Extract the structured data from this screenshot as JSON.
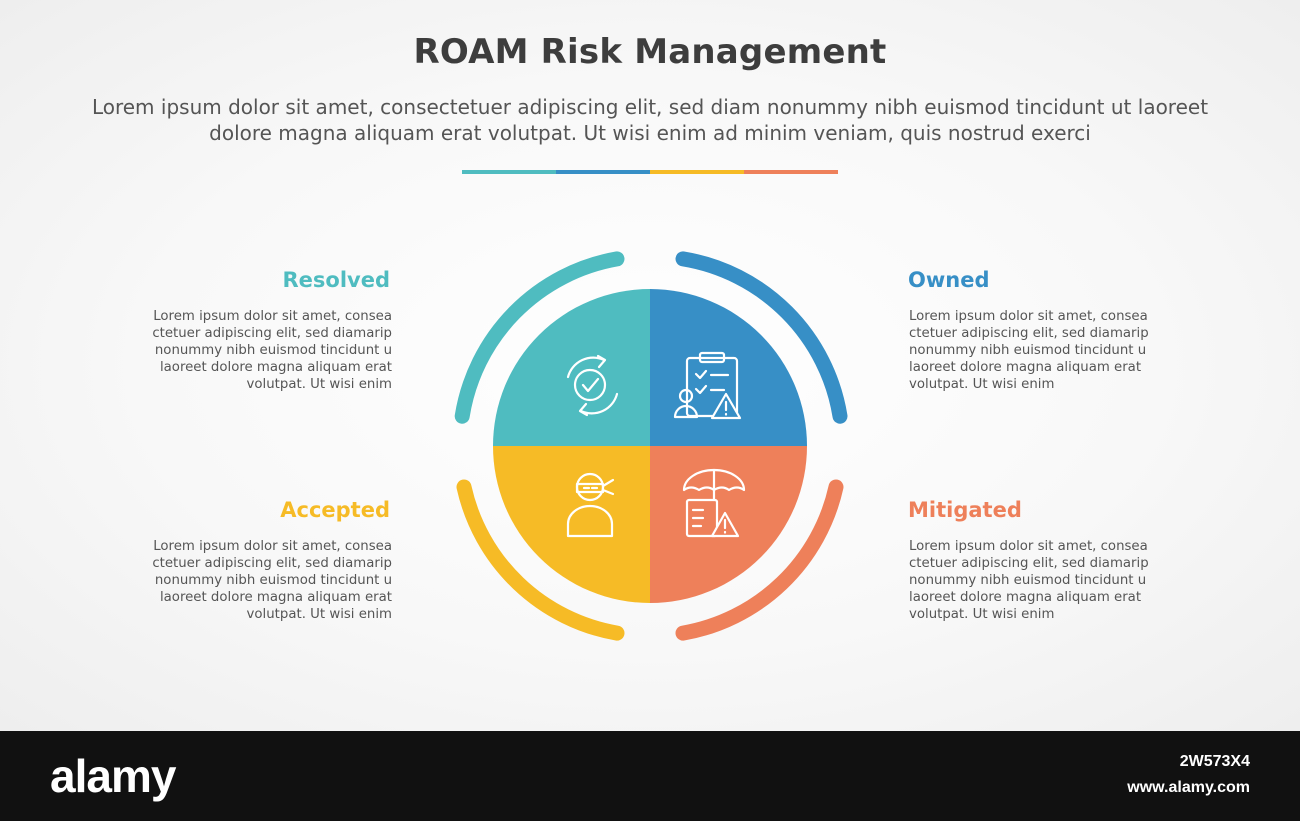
{
  "title": "ROAM Risk Management",
  "subtitle": "Lorem ipsum dolor sit amet, consectetuer adipiscing elit, sed diam nonummy nibh euismod tincidunt ut laoreet dolore magna aliquam erat volutpat. Ut wisi enim ad minim veniam, quis nostrud exerci",
  "colors": {
    "teal": "#4fbcc0",
    "blue": "#378fc6",
    "yellow": "#f6bb26",
    "orange": "#ee805a"
  },
  "quadrants": [
    {
      "heading": "Resolved",
      "color": "#4fbcc0",
      "icon": "refresh-check-icon",
      "body": "Lorem ipsum dolor sit amet, consea ctetuer adipiscing elit, sed diamarip nonummy nibh euismod tincidunt u laoreet dolore magna aliquam erat volutpat. Ut wisi enim"
    },
    {
      "heading": "Owned",
      "color": "#378fc6",
      "icon": "clipboard-person-warning-icon",
      "body": "Lorem ipsum dolor sit amet, consea ctetuer adipiscing elit, sed diamarip nonummy nibh euismod tincidunt u laoreet dolore magna aliquam erat volutpat. Ut wisi enim"
    },
    {
      "heading": "Accepted",
      "color": "#f6bb26",
      "icon": "ninja-person-icon",
      "body": "Lorem ipsum dolor sit amet, consea ctetuer adipiscing elit, sed diamarip nonummy nibh euismod tincidunt u laoreet dolore magna aliquam erat volutpat. Ut wisi enim"
    },
    {
      "heading": "Mitigated",
      "color": "#ee805a",
      "icon": "umbrella-clipboard-warning-icon",
      "body": "Lorem ipsum dolor sit amet, consea ctetuer adipiscing elit, sed diamarip nonummy nibh euismod tincidunt u laoreet dolore magna aliquam erat volutpat. Ut wisi enim"
    }
  ],
  "footer": {
    "logo": "alamy",
    "image_id": "2W573X4",
    "url": "www.alamy.com"
  }
}
